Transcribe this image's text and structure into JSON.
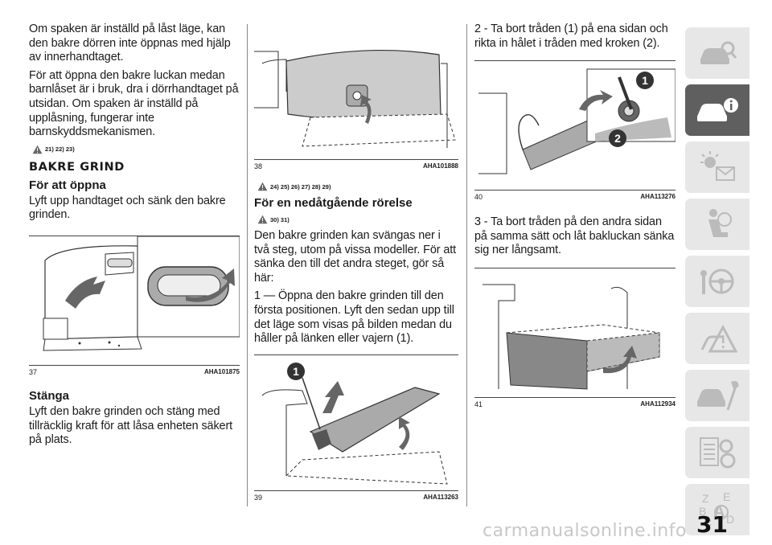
{
  "col1": {
    "p1": "Om spaken är inställd på låst läge, kan den bakre dörren inte öppnas med hjälp av innerhandtaget.",
    "p2": "För att öppna den bakre luckan medan barnlåset är i bruk, dra i dörrhandtaget på utsidan. Om spaken är inställd på upplåsning, fungerar inte barnskyddsmekanismen.",
    "warn1": "21) 22) 23)",
    "section_title": "BAKRE GRIND",
    "sub_open": "För att öppna",
    "p_open": "Lyft upp handtaget och sänk den bakre grinden.",
    "fig37": {
      "num": "37",
      "code": "AHA101875"
    },
    "sub_close": "Stänga",
    "p_close": "Lyft den bakre grinden och stäng med tillräcklig kraft för att låsa enheten säkert på plats."
  },
  "col2": {
    "fig38": {
      "num": "38",
      "code": "AHA101888"
    },
    "warn2": "24) 25) 26) 27) 28) 29)",
    "sub_lower": "För en nedåtgående rörelse",
    "warn3": "30) 31)",
    "p1": "Den bakre grinden kan svängas ner i två steg, utom på vissa modeller. För att sänka den till det andra steget, gör så här:",
    "p2": "1 — Öppna den bakre grinden till den första positionen. Lyft den sedan upp till det läge som visas på bilden medan du håller på länken eller vajern (1).",
    "fig39": {
      "num": "39",
      "code": "AHA113263",
      "callout": "1"
    }
  },
  "col3": {
    "p1": "2 - Ta bort tråden (1) på ena sidan och rikta in hålet i tråden med kroken (2).",
    "fig40": {
      "num": "40",
      "code": "AHA113276",
      "callout1": "1",
      "callout2": "2"
    },
    "p2": "3 - Ta bort tråden på den andra sidan på samma sätt och låt bakluckan sänka sig ner långsamt.",
    "fig41": {
      "num": "41",
      "code": "AHA112934"
    }
  },
  "sidebar": {
    "tabs": [
      {
        "icon": "car-search-icon",
        "active": false
      },
      {
        "icon": "car-info-icon",
        "active": true
      },
      {
        "icon": "warning-light-icon",
        "active": false
      },
      {
        "icon": "airbag-seat-icon",
        "active": false
      },
      {
        "icon": "steering-wheel-icon",
        "active": false
      },
      {
        "icon": "emergency-triangle-icon",
        "active": false
      },
      {
        "icon": "car-wrench-icon",
        "active": false
      },
      {
        "icon": "specs-gears-icon",
        "active": false
      },
      {
        "icon": "alphabetical-index-icon",
        "active": false
      }
    ],
    "index_letters": [
      "Z",
      "E",
      "B",
      "A",
      "C",
      "D"
    ]
  },
  "page_number": "31",
  "watermark": "carmanualsonline.info"
}
